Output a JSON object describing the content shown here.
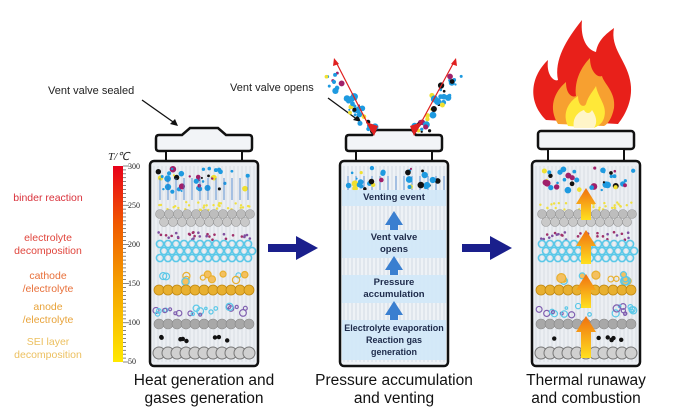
{
  "annotations": {
    "vent_sealed": "Vent valve sealed",
    "vent_opens": "Vent valve opens"
  },
  "temperature_scale": {
    "unit_label": "T/℃",
    "ticks": [
      "300",
      "250",
      "200",
      "150",
      "100",
      "50"
    ],
    "range": [
      50,
      300
    ],
    "gradient_colors": [
      "#e8001a",
      "#f08a00",
      "#ffe800"
    ],
    "reactions": [
      {
        "label": "binder reaction",
        "color": "#d9303a"
      },
      {
        "label": "electrolyte decomposition",
        "color": "#e0453c"
      },
      {
        "label": "cathode /electrolyte",
        "color": "#e8703a"
      },
      {
        "label": "anode /electrolyte",
        "color": "#e8a33a"
      },
      {
        "label": "SEI layer decomposition",
        "color": "#ecc060"
      }
    ]
  },
  "stages": [
    {
      "title_line1": "Heat generation and",
      "title_line2": "gases generation"
    },
    {
      "title_line1": "Pressure accumulation",
      "title_line2": "and venting",
      "steps": [
        {
          "line1": "Venting event",
          "line2": ""
        },
        {
          "line1": "Vent valve",
          "line2": "opens"
        },
        {
          "line1": "Pressure",
          "line2": "accumulation"
        },
        {
          "line1": "Electrolyte evaporation",
          "line2": "Reaction gas generation"
        }
      ]
    },
    {
      "title_line1": "Thermal runaway",
      "title_line2": "and combustion"
    }
  ],
  "colors": {
    "flow_arrow": "#1a1f8c",
    "gas_blue": "#1e9ae0",
    "cathode_gold": "#e8b030",
    "separator_cyan": "#5ac8e8",
    "graphite_gray": "#a8a8a8",
    "step_arrow": "#3a7fd0",
    "heat_arrow": "#f4a020"
  }
}
